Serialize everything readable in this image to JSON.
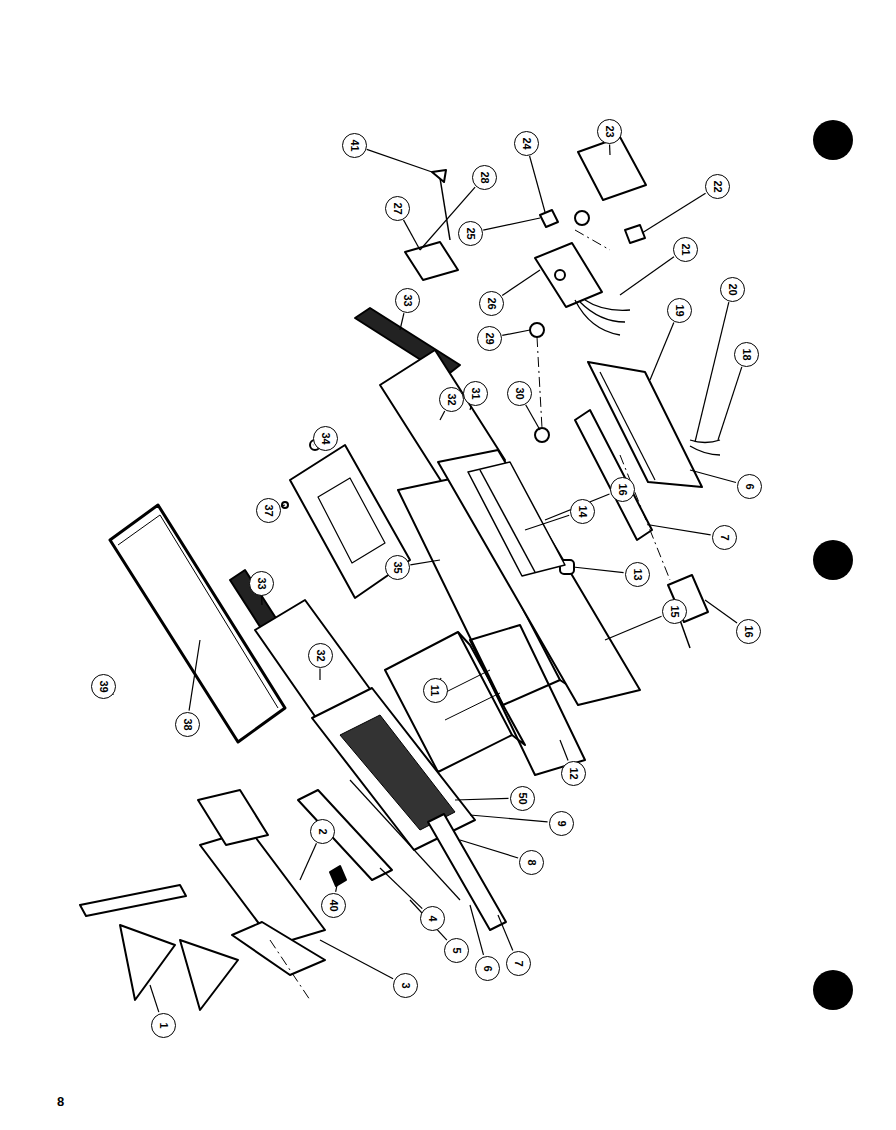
{
  "diagram": {
    "nodes": [
      {
        "text": [
          "23"
        ]
      },
      {
        "text": [
          "24"
        ]
      },
      {
        "text": [
          "41"
        ]
      },
      {
        "text": [
          "28"
        ]
      },
      {
        "text": [
          "22"
        ]
      },
      {
        "text": [
          "27"
        ]
      },
      {
        "text": [
          "25"
        ]
      },
      {
        "text": [
          "21"
        ]
      },
      {
        "text": [
          "20"
        ]
      },
      {
        "text": [
          "33"
        ]
      },
      {
        "text": [
          "26"
        ]
      },
      {
        "text": [
          "19"
        ]
      },
      {
        "text": [
          "29"
        ]
      },
      {
        "text": [
          "18"
        ]
      },
      {
        "text": [
          "32"
        ]
      },
      {
        "text": [
          "31"
        ]
      },
      {
        "text": [
          "30"
        ]
      },
      {
        "text": [
          "34"
        ]
      },
      {
        "text": [
          "6"
        ]
      },
      {
        "text": [
          "16"
        ]
      },
      {
        "text": [
          "37"
        ]
      },
      {
        "text": [
          "14"
        ]
      },
      {
        "text": [
          "7"
        ]
      },
      {
        "text": [
          "35"
        ]
      },
      {
        "text": [
          "13"
        ]
      },
      {
        "text": [
          "33"
        ]
      },
      {
        "text": [
          "15"
        ]
      },
      {
        "text": [
          "16"
        ]
      },
      {
        "text": [
          "32"
        ]
      },
      {
        "text": [
          "39"
        ]
      },
      {
        "text": [
          "11"
        ]
      },
      {
        "text": [
          "38"
        ]
      },
      {
        "text": [
          "12"
        ]
      },
      {
        "text": [
          "50"
        ]
      },
      {
        "text": [
          "9"
        ]
      },
      {
        "text": [
          "2"
        ]
      },
      {
        "text": [
          "8"
        ]
      },
      {
        "text": [
          "40"
        ]
      },
      {
        "text": [
          "4"
        ]
      },
      {
        "text": [
          "5"
        ]
      },
      {
        "text": [
          "6"
        ]
      },
      {
        "text": [
          "7"
        ]
      },
      {
        "text": [
          "3"
        ]
      },
      {
        "text": [
          "1"
        ]
      }
    ],
    "labels": [
      "8"
    ]
  }
}
